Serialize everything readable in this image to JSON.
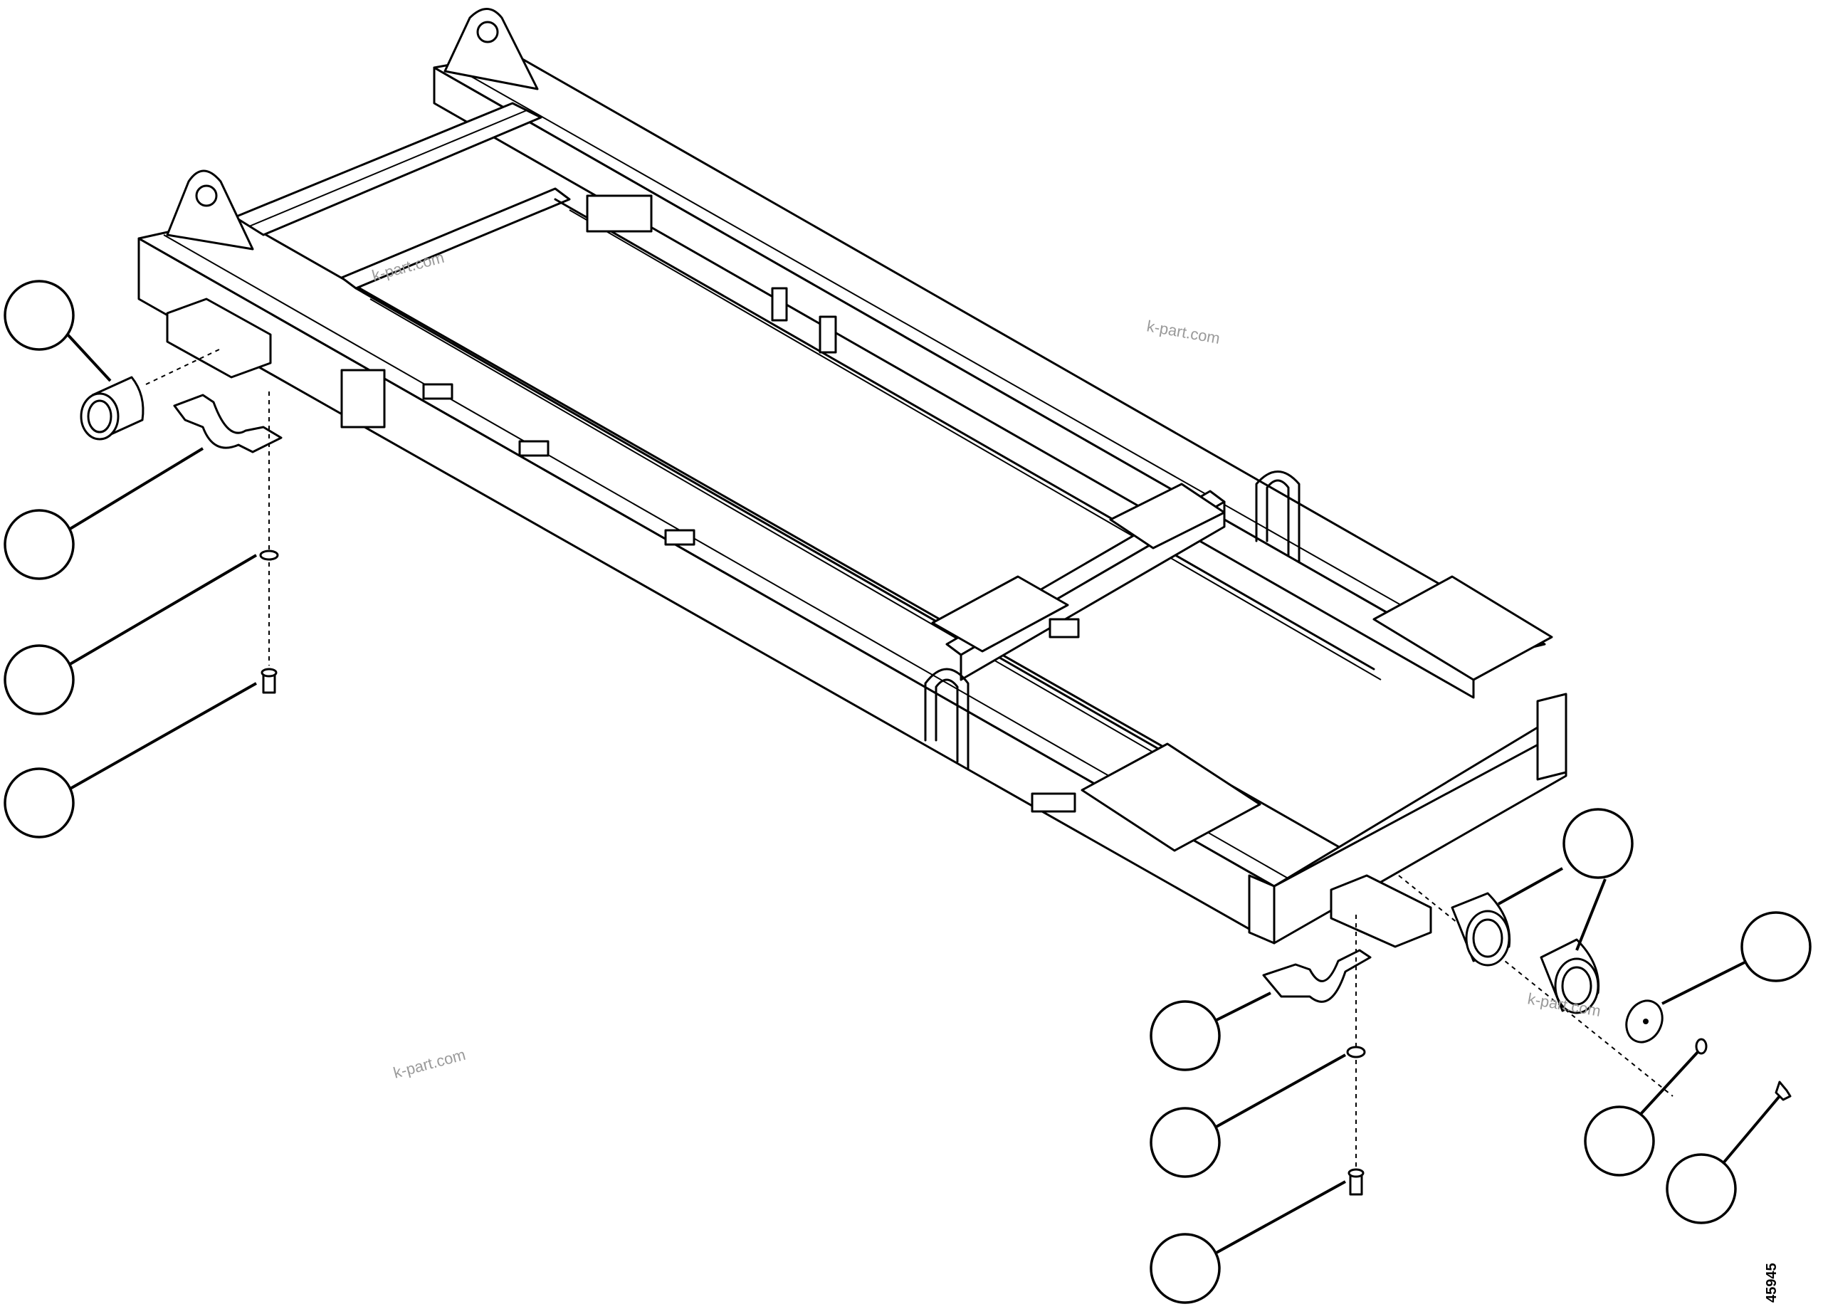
{
  "diagram": {
    "figure_number": "45945",
    "watermarks": [
      "k-part.com",
      "k-part.com",
      "k-part.com",
      "k-part.com"
    ],
    "callouts": [
      {
        "label": ""
      },
      {
        "label": ""
      },
      {
        "label": ""
      },
      {
        "label": ""
      },
      {
        "label": ""
      },
      {
        "label": ""
      },
      {
        "label": ""
      },
      {
        "label": ""
      },
      {
        "label": ""
      },
      {
        "label": ""
      },
      {
        "label": ""
      }
    ]
  }
}
